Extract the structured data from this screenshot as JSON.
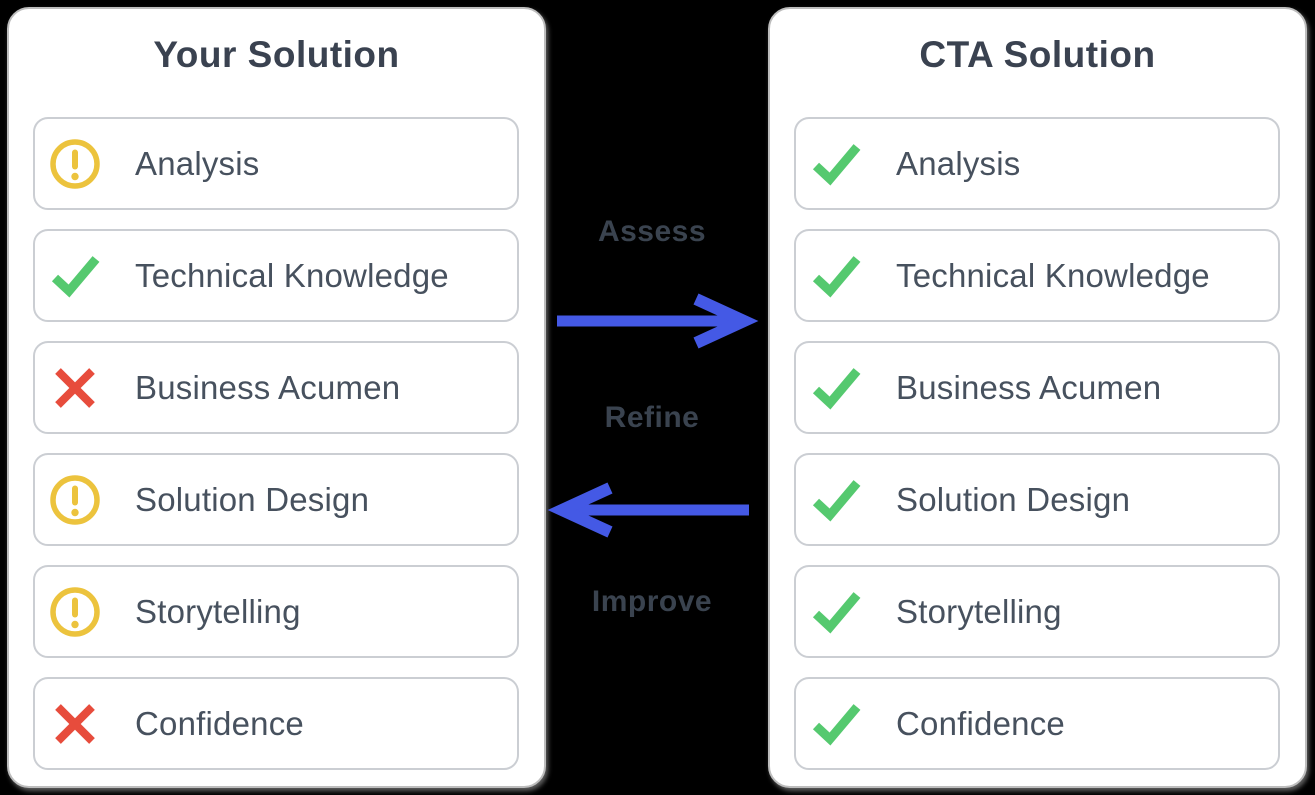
{
  "left_panel": {
    "title": "Your Solution",
    "items": [
      {
        "label": "Analysis",
        "status": "warning"
      },
      {
        "label": "Technical Knowledge",
        "status": "check"
      },
      {
        "label": "Business Acumen",
        "status": "cross"
      },
      {
        "label": "Solution Design",
        "status": "warning"
      },
      {
        "label": "Storytelling",
        "status": "warning"
      },
      {
        "label": "Confidence",
        "status": "cross"
      }
    ]
  },
  "right_panel": {
    "title": "CTA Solution",
    "items": [
      {
        "label": "Analysis",
        "status": "check"
      },
      {
        "label": "Technical Knowledge",
        "status": "check"
      },
      {
        "label": "Business Acumen",
        "status": "check"
      },
      {
        "label": "Solution Design",
        "status": "check"
      },
      {
        "label": "Storytelling",
        "status": "check"
      },
      {
        "label": "Confidence",
        "status": "check"
      }
    ]
  },
  "flow": {
    "steps": [
      {
        "label": "Assess",
        "arrow": "right"
      },
      {
        "label": "Refine",
        "arrow": "left"
      },
      {
        "label": "Improve",
        "arrow": "none"
      }
    ]
  },
  "colors": {
    "background": "#000000",
    "panel_bg": "#ffffff",
    "panel_border": "#bdbdbd",
    "card_border": "#cbced3",
    "title_text": "#3a4250",
    "item_text": "#47515e",
    "flow_text": "#3a434f",
    "arrow_blue": "#4459e5",
    "warning_yellow": "#ecc33d",
    "check_green": "#55c96f",
    "cross_red": "#e74c3c"
  }
}
